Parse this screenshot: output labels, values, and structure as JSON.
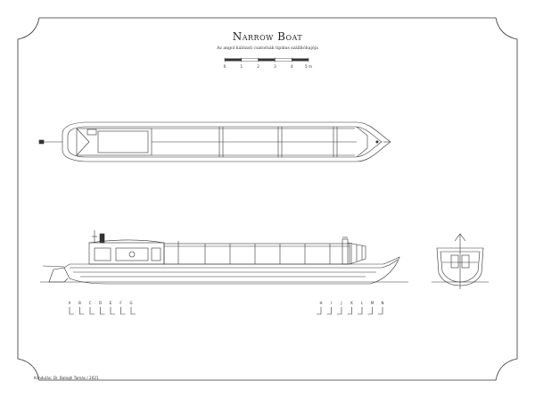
{
  "drawing": {
    "title": "Narrow Boat",
    "subtitle": "Az angol hálózati csatornák tipikus szállítóhajója",
    "credit": "Kiindulás: Dr. Balogh Tamás / 2021"
  },
  "scale_bar": {
    "ticks": [
      "0",
      "1",
      "2",
      "3",
      "4",
      "5 m"
    ]
  },
  "section_labels": {
    "bow": [
      "A",
      "B",
      "C",
      "D",
      "E",
      "F",
      "G"
    ],
    "stern": [
      "H",
      "I",
      "J",
      "K",
      "L",
      "M",
      "N"
    ]
  },
  "colors": {
    "line": "#333333",
    "paper": "#ffffff"
  }
}
